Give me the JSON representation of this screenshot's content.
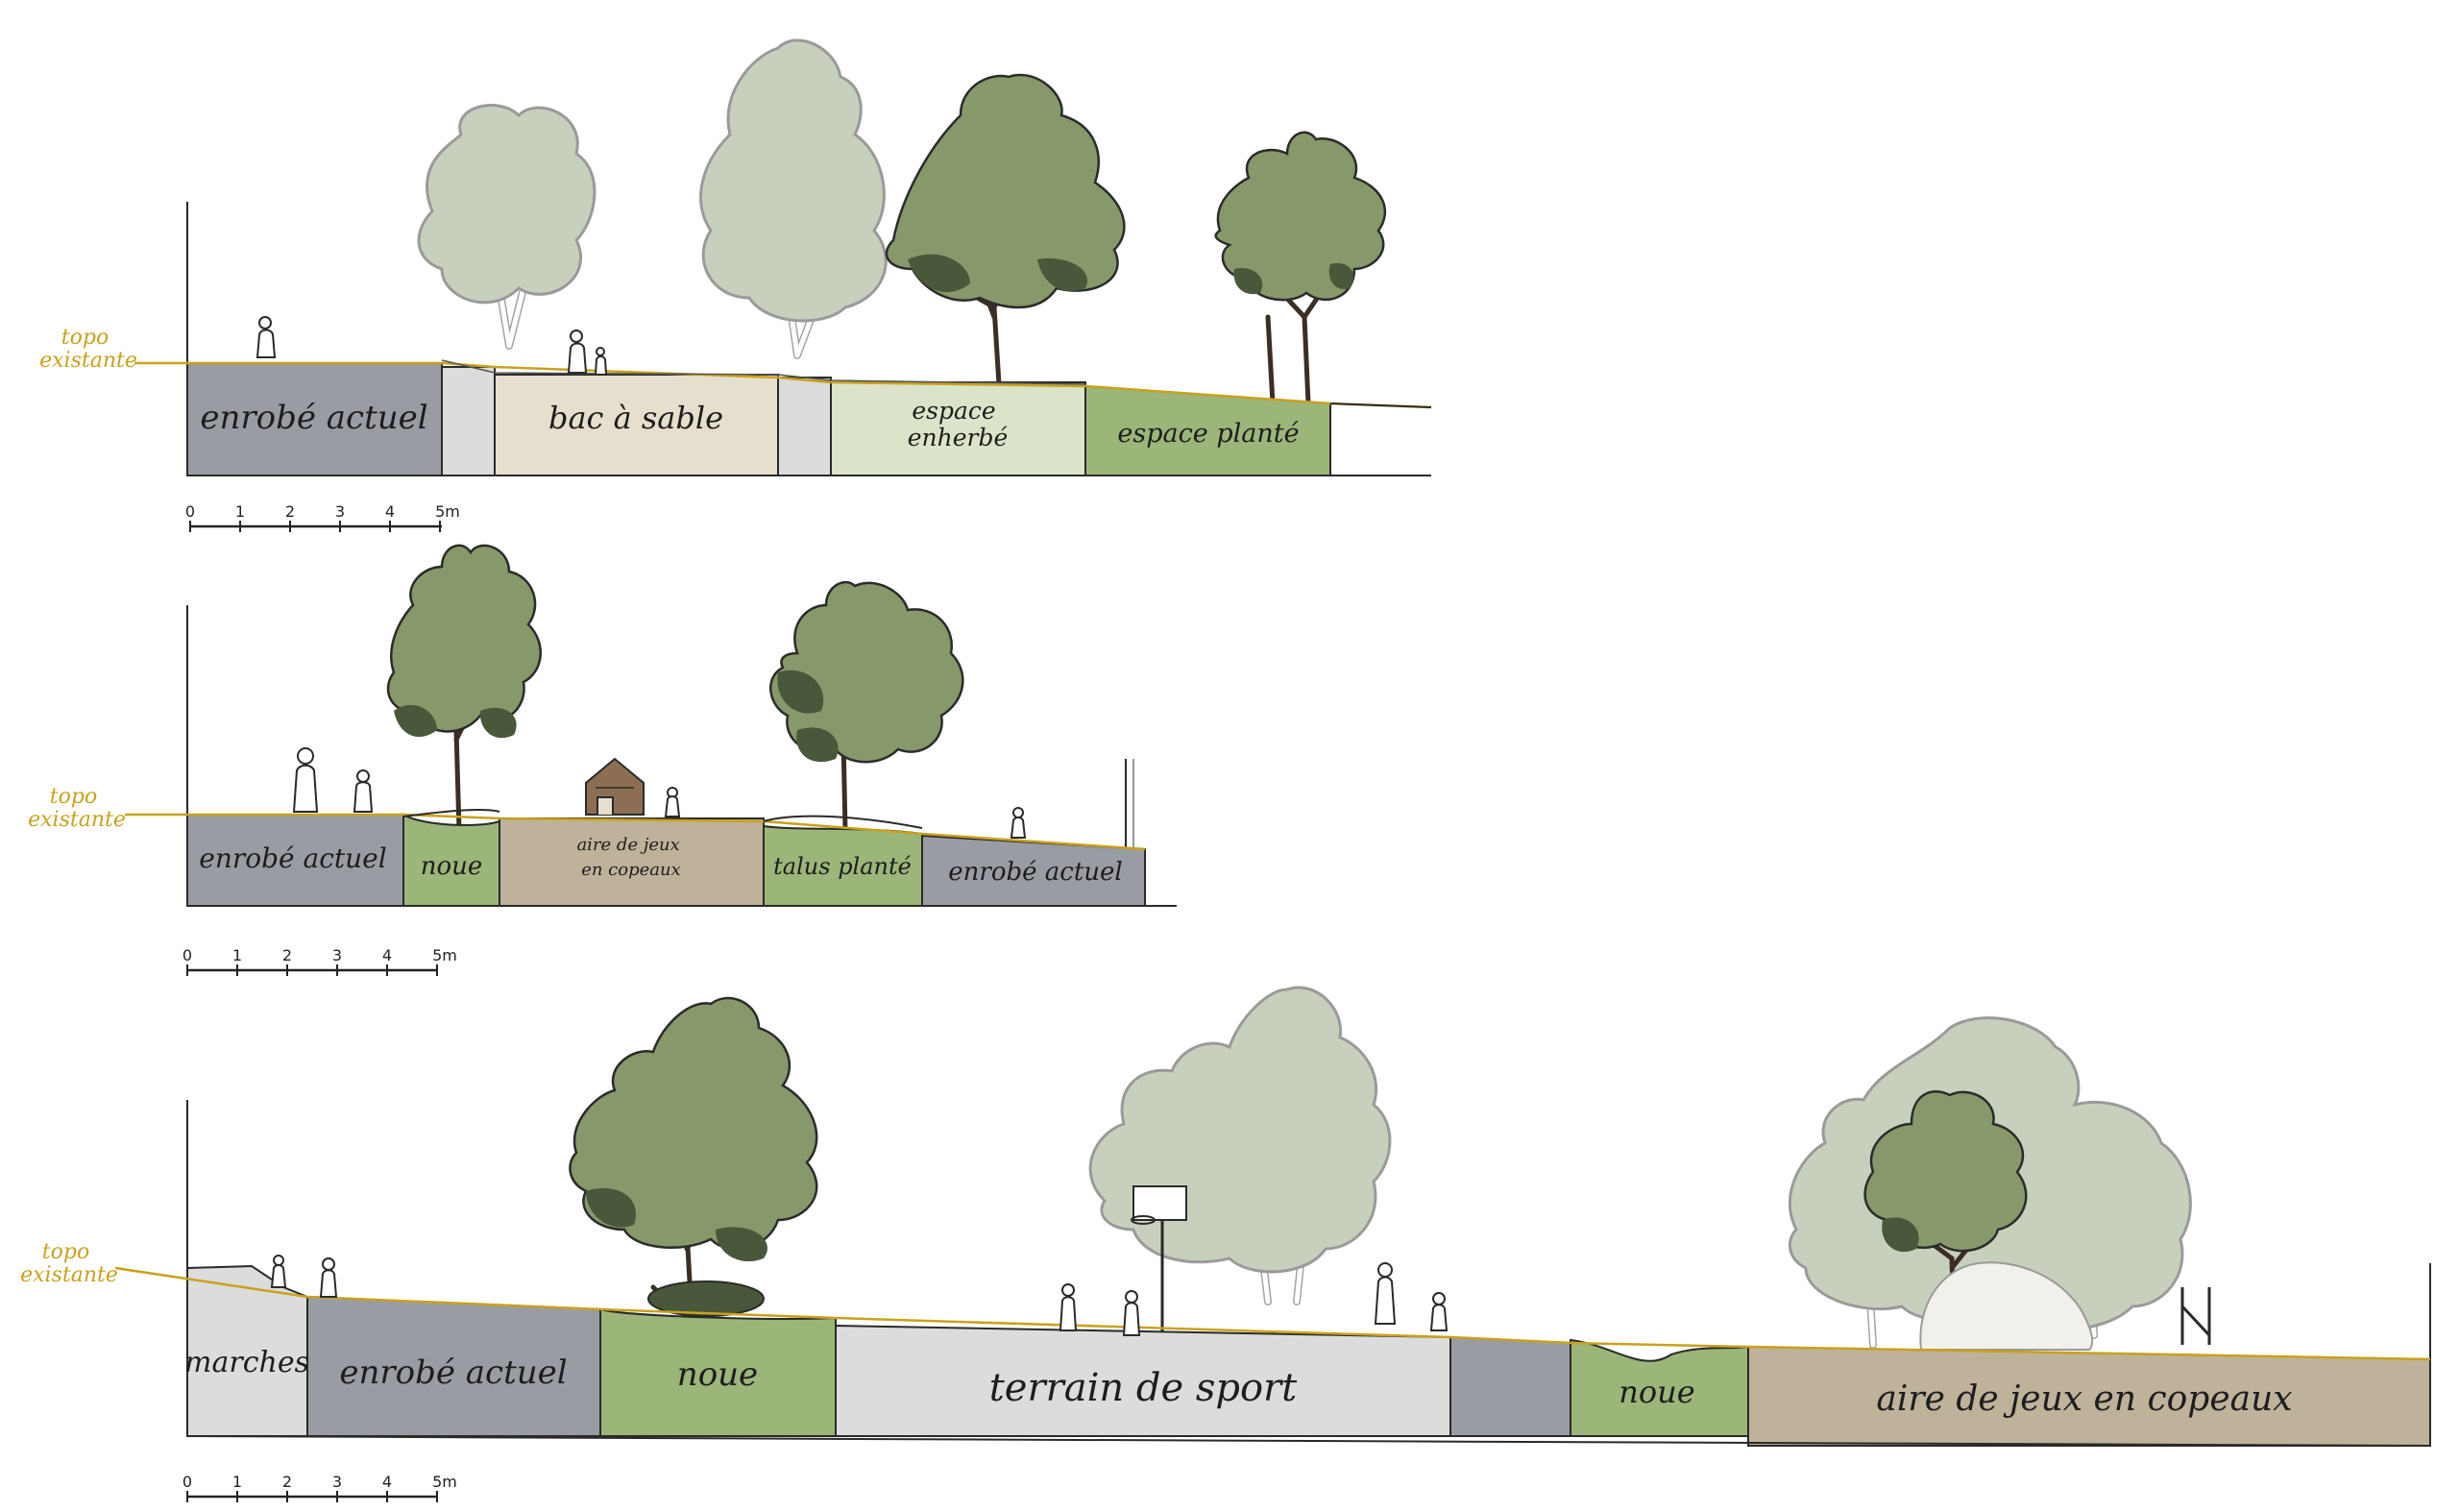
{
  "topo_label": [
    "topo",
    "existante"
  ],
  "scale": {
    "ticks": [
      "0",
      "1",
      "2",
      "3",
      "4",
      "5m"
    ]
  },
  "sections": [
    {
      "zones": [
        {
          "label": "enrobé actuel",
          "color": "#9a9ca3"
        },
        {
          "label": "",
          "color": "#dcdcdc"
        },
        {
          "label": "bac à sable",
          "color": "#e6dfcd"
        },
        {
          "label": "",
          "color": "#dcdcdc"
        },
        {
          "label": "espace enherbé",
          "color": "#dbe4c8"
        },
        {
          "label": "espace planté",
          "color": "#9cb579"
        }
      ]
    },
    {
      "zones": [
        {
          "label": "enrobé actuel",
          "color": "#9a9ca3"
        },
        {
          "label": "noue",
          "color": "#9cb579"
        },
        {
          "label": "aire de jeux en copeaux",
          "color": "#bfb29a"
        },
        {
          "label": "talus planté",
          "color": "#9cb579"
        },
        {
          "label": "enrobé actuel",
          "color": "#9a9ca3"
        }
      ]
    },
    {
      "zones": [
        {
          "label": "marches",
          "color": "#dcdcdc"
        },
        {
          "label": "enrobé actuel",
          "color": "#9a9ca3"
        },
        {
          "label": "noue",
          "color": "#9cb579"
        },
        {
          "label": "terrain de sport",
          "color": "#dcdcdc"
        },
        {
          "label": "",
          "color": "#9a9ca3"
        },
        {
          "label": "noue",
          "color": "#9cb579"
        },
        {
          "label": "aire de jeux en copeaux",
          "color": "#bfb29a"
        }
      ]
    }
  ],
  "colors": {
    "topo": "#c8a21e",
    "tree_dark": "#87986a",
    "tree_light": "#c7d0bd"
  }
}
